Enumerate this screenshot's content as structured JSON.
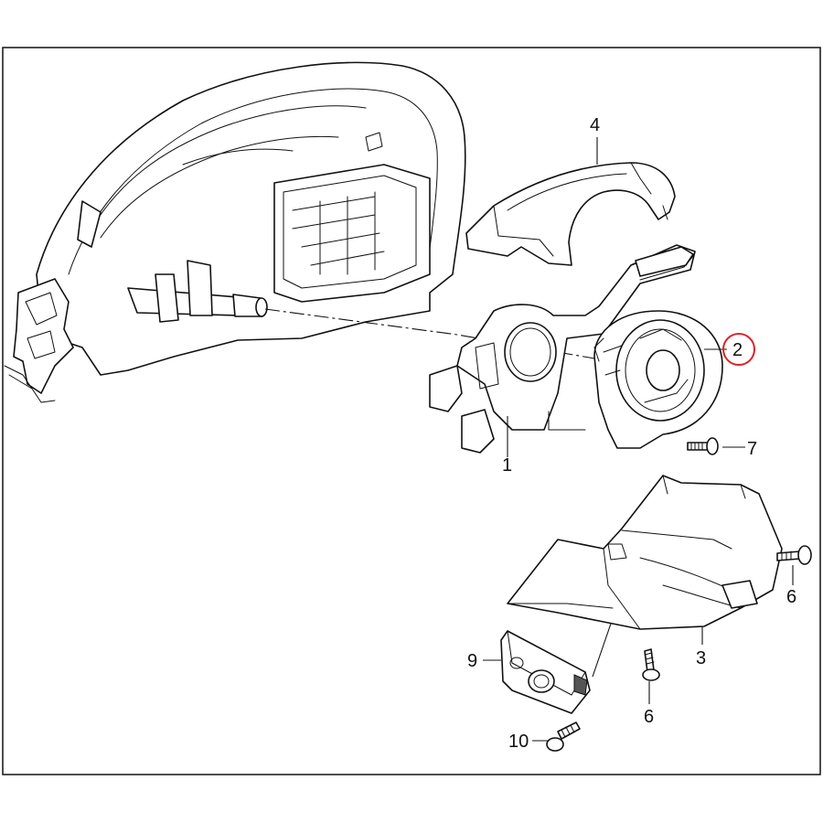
{
  "callouts": [
    {
      "id": "1",
      "text": "1"
    },
    {
      "id": "2",
      "text": "2",
      "highlighted": true
    },
    {
      "id": "3",
      "text": "3"
    },
    {
      "id": "4",
      "text": "4"
    },
    {
      "id": "6a",
      "text": "6"
    },
    {
      "id": "6b",
      "text": "6"
    },
    {
      "id": "7",
      "text": "7"
    },
    {
      "id": "9",
      "text": "9"
    },
    {
      "id": "10",
      "text": "10"
    }
  ],
  "colors": {
    "line": "#111111",
    "highlight_circle": "#d9232a",
    "background": "#ffffff"
  }
}
